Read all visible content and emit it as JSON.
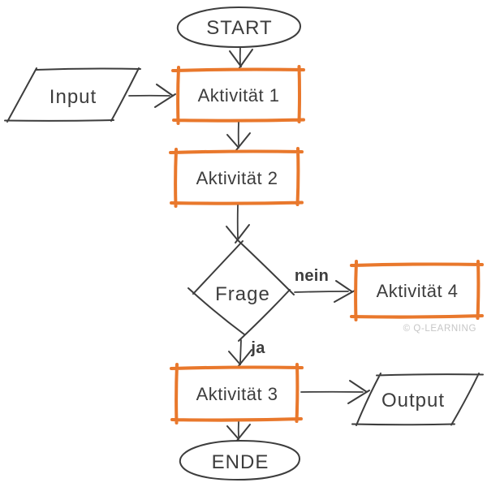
{
  "diagram": {
    "type": "flowchart",
    "colors": {
      "sketch": "#3d3d3d",
      "accent_orange": "#e9782c",
      "watermark": "#c6c6c6",
      "background": "#ffffff"
    },
    "nodes": {
      "start": {
        "label": "START",
        "shape": "terminator"
      },
      "input": {
        "label": "Input",
        "shape": "data"
      },
      "activity1": {
        "label": "Aktivität 1",
        "shape": "process"
      },
      "activity2": {
        "label": "Aktivität 2",
        "shape": "process"
      },
      "question": {
        "label": "Frage",
        "shape": "decision"
      },
      "activity4": {
        "label": "Aktivität 4",
        "shape": "process"
      },
      "activity3": {
        "label": "Aktivität 3",
        "shape": "process"
      },
      "output": {
        "label": "Output",
        "shape": "data"
      },
      "end": {
        "label": "ENDE",
        "shape": "terminator"
      }
    },
    "edge_labels": {
      "no": "nein",
      "yes": "ja"
    },
    "watermark": "© Q-LEARNING"
  }
}
